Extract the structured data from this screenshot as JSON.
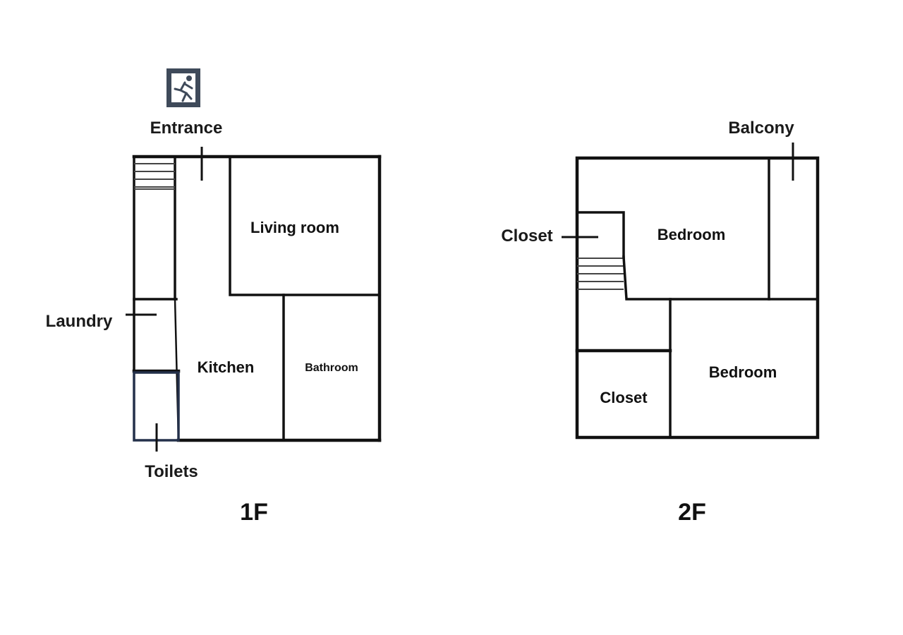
{
  "floor_1": {
    "label": "1F",
    "entrance_label": "Entrance",
    "rooms": {
      "living_room": "Living room",
      "kitchen": "Kitchen",
      "bathroom": "Bathroom"
    },
    "callouts": {
      "laundry": "Laundry",
      "toilets": "Toilets"
    }
  },
  "floor_2": {
    "label": "2F",
    "rooms": {
      "bedroom_top": "Bedroom",
      "bedroom_bottom": "Bedroom",
      "closet_bottom": "Closet"
    },
    "callouts": {
      "balcony": "Balcony",
      "closet_left": "Closet"
    }
  },
  "colors": {
    "wall": "#111111",
    "toilet_wall": "#24304a",
    "exit_sign": "#3f4a5a"
  },
  "icons": {
    "entrance": "emergency-exit-icon"
  }
}
